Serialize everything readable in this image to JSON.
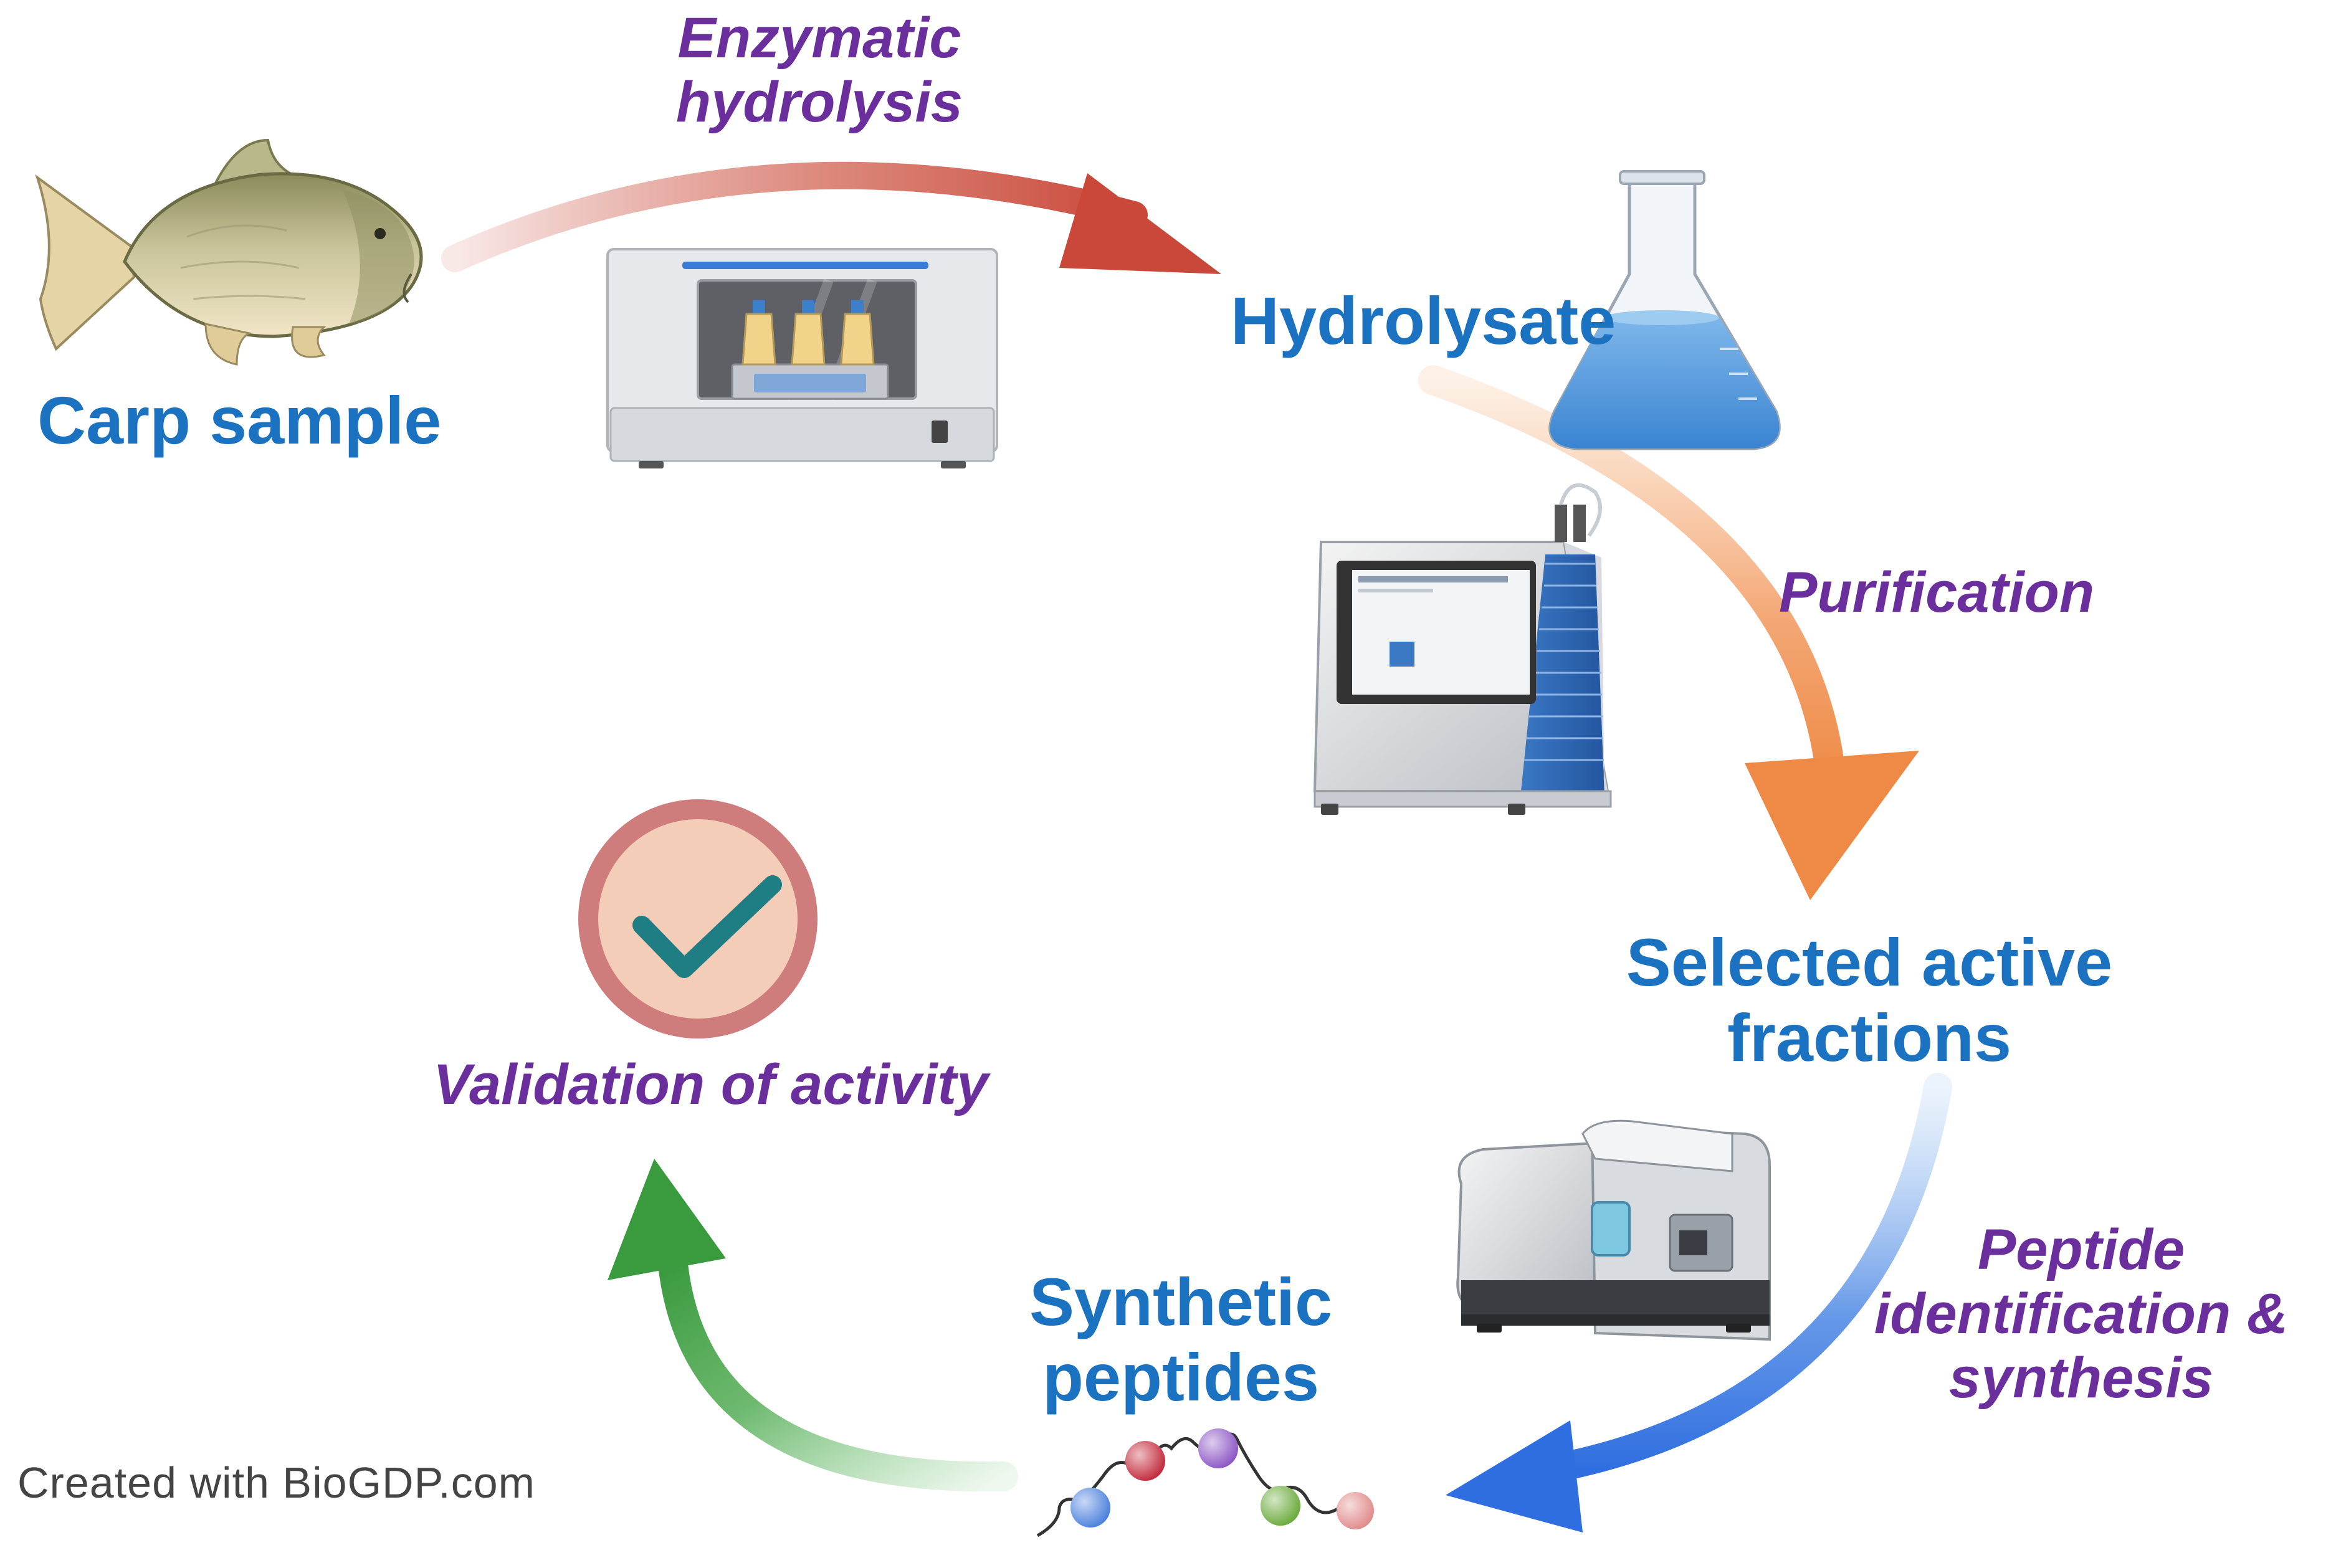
{
  "stages": {
    "carp_sample": "Carp sample",
    "hydrolysate": "Hydrolysate",
    "selected_active_fractions_line1": "Selected active",
    "selected_active_fractions_line2": "fractions",
    "synthetic_peptides_line1": "Synthetic",
    "synthetic_peptides_line2": "peptides"
  },
  "processes": {
    "enzymatic_hydrolysis_line1": "Enzymatic",
    "enzymatic_hydrolysis_line2": "hydrolysis",
    "purification": "Purification",
    "peptide_identification_line1": "Peptide",
    "peptide_identification_line2": "identification &",
    "peptide_identification_line3": "synthesis",
    "validation_of_activity": "Validation of activity"
  },
  "credit": "Created with BioGDP.com",
  "colors": {
    "stage_text": "#1a72c0",
    "process_text": "#6a2f9c",
    "arrow_hydrolysis": "#c9483a",
    "arrow_purification": "#ee8a45",
    "arrow_identification": "#2f6ee0",
    "arrow_validation": "#3a9a3e"
  },
  "icons": [
    "fish-icon",
    "incubator-shaker-icon",
    "erlenmeyer-flask-icon",
    "chromatography-instrument-icon",
    "mass-spectrometer-icon",
    "peptide-chain-icon",
    "checkmark-badge-icon"
  ]
}
